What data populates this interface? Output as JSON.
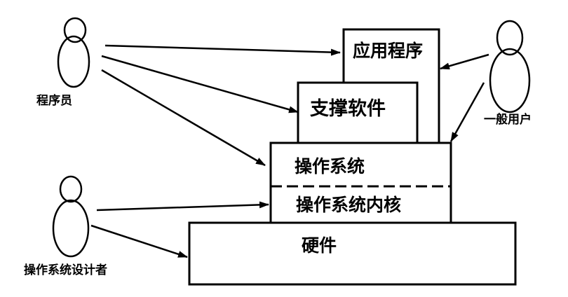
{
  "layers": {
    "applications": "应用程序",
    "support_software": "支撑软件",
    "operating_system": "操作系统",
    "os_kernel": "操作系统内核",
    "hardware": "硬件"
  },
  "actors": {
    "programmer": "程序员",
    "general_user": "一般用户",
    "os_designer": "操作系统设计者"
  }
}
